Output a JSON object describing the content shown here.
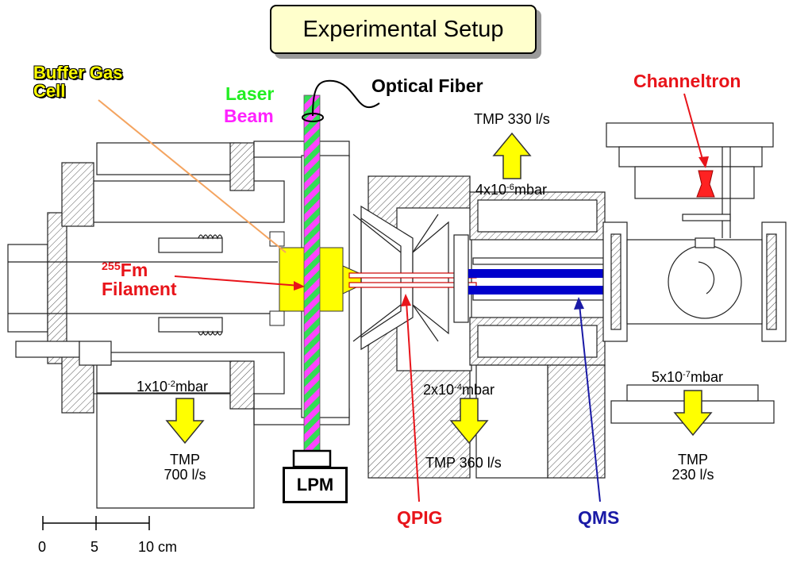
{
  "title": "Experimental Setup",
  "labels": {
    "buffer_gas_cell": "Buffer Gas Cell",
    "laser": "Laser",
    "beam": "Beam",
    "optical_fiber": "Optical Fiber",
    "channeltron": "Channeltron",
    "fm_sup": "255",
    "fm": "Fm",
    "filament": "Filament",
    "lpm": "LPM",
    "qpig": "QPIG",
    "qms": "QMS"
  },
  "pressures": {
    "p1": {
      "base": "1x10",
      "exp": "-2",
      "unit": "mbar"
    },
    "p2": {
      "base": "2x10",
      "exp": "-4",
      "unit": "mbar"
    },
    "p3": {
      "base": "4x10",
      "exp": "-6",
      "unit": "mbar"
    },
    "p4": {
      "base": "5x10",
      "exp": "-7",
      "unit": "mbar"
    }
  },
  "pumps": {
    "tmp_top": "TMP 330 l/s",
    "tmp_left_name": "TMP",
    "tmp_left_rate": "700 l/s",
    "tmp_mid": "TMP 360 l/s",
    "tmp_right_name": "TMP",
    "tmp_right_rate": "230 l/s"
  },
  "scale": {
    "t0": "0",
    "t5": "5",
    "t10": "10 cm"
  },
  "colors": {
    "title_fill": "#ffffcc",
    "arrow_fill": "#ffff00",
    "label_red": "#e8141a",
    "label_blue": "#1a1aa6",
    "laser_green": "#22ee22",
    "laser_magenta": "#ff22ff",
    "cell_yellow": "#ffff00",
    "qms_rods": "#0000cc"
  }
}
